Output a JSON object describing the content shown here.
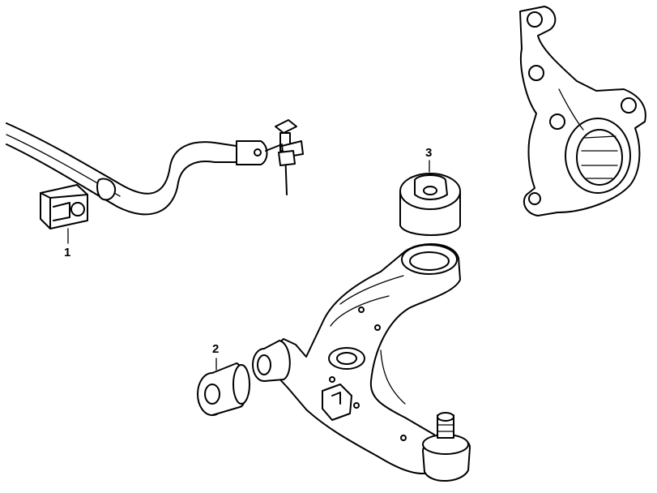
{
  "callouts": [
    {
      "id": "1",
      "label": "1"
    },
    {
      "id": "2",
      "label": "2"
    },
    {
      "id": "3",
      "label": "3"
    }
  ],
  "colors": {
    "line": "#000000",
    "background": "#ffffff"
  },
  "parts": [
    "stabilizer-bar",
    "stabilizer-link",
    "stabilizer-bushing",
    "lower-arm-bushing",
    "lower-arm-bushing-g",
    "lower-control-arm",
    "ball-joint",
    "steering-knuckle"
  ]
}
